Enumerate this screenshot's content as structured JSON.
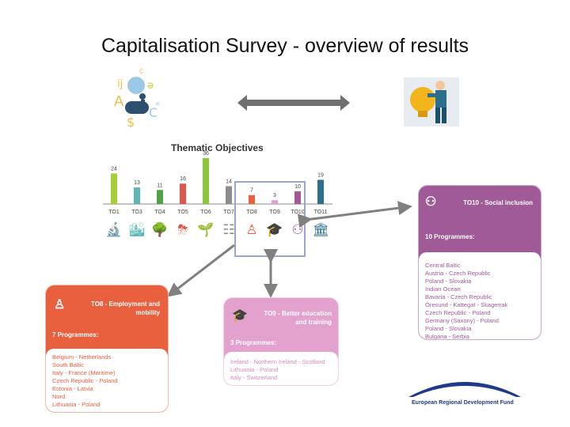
{
  "title": "Capitalisation Survey - overview of results",
  "colors": {
    "to8": "#e9603f",
    "to9": "#e3a2cd",
    "to10": "#a05a98",
    "highlight": "#9aa6d1",
    "arrow": "#808080",
    "erdf": "#1f3a8a"
  },
  "icons": {
    "left": "alphabet-cloud-person-icon",
    "right": "lightbulb-person-icon"
  },
  "chart_data": {
    "type": "bar",
    "title": "Thematic Objectives",
    "categories": [
      "TO1",
      "TO3",
      "TO4",
      "TO5",
      "TO6",
      "TO7",
      "TO8",
      "TO9",
      "TO10",
      "TO11"
    ],
    "values": [
      24,
      13,
      11,
      16,
      36,
      14,
      7,
      3,
      10,
      19
    ],
    "colors": [
      "#a6ce39",
      "#5cb8b2",
      "#53a04a",
      "#e0554a",
      "#8cc63f",
      "#8d8d8d",
      "#e9603f",
      "#e3a2cd",
      "#a05a98",
      "#2c6e8c"
    ],
    "category_icons": [
      "microscope-icon",
      "city-icon",
      "tree-icon",
      "storm-icon",
      "plant-icon",
      "railway-icon",
      "worker-icon",
      "graduation-cap-icon",
      "family-icon",
      "government-building-icon"
    ],
    "highlighted": [
      "TO8",
      "TO9",
      "TO10"
    ]
  },
  "cards": {
    "to10": {
      "icon": "family-icon",
      "title": "TO10 - Social inclusion",
      "count": "10 Programmes:",
      "programmes": [
        "Central Baltic",
        "Austria - Czech Republic",
        "Poland - Slovakia",
        "Indian Ocean",
        "Bavaria - Czech Republic",
        "Öresund - Kattegat - Skagerrak",
        "Czech Republic - Poland",
        "Germany (Saxony) - Poland",
        "Poland - Slovakia",
        "Bulgaria - Serbia"
      ]
    },
    "to8": {
      "icon": "worker-icon",
      "title_line1": "TO8 - Employment and",
      "title_line2": "mobility",
      "count": "7 Programmes:",
      "programmes": [
        "Belgium - Netherlands",
        "South Baltic",
        "Italy - France (Maritime)",
        "Czech Republic - Poland",
        "Estonia - Latvia",
        "Nord",
        "Lithuania - Poland"
      ]
    },
    "to9": {
      "icon": "graduation-cap-icon",
      "title_line1": "TO9 - Better education",
      "title_line2": "and training",
      "count": "3 Programmes:",
      "programmes": [
        "Ireland - Northern Ireland - Scotland",
        "Lithuania - Poland",
        "Italy - Switzerland"
      ]
    }
  },
  "footer": {
    "erdf": "European Regional Development Fund"
  }
}
